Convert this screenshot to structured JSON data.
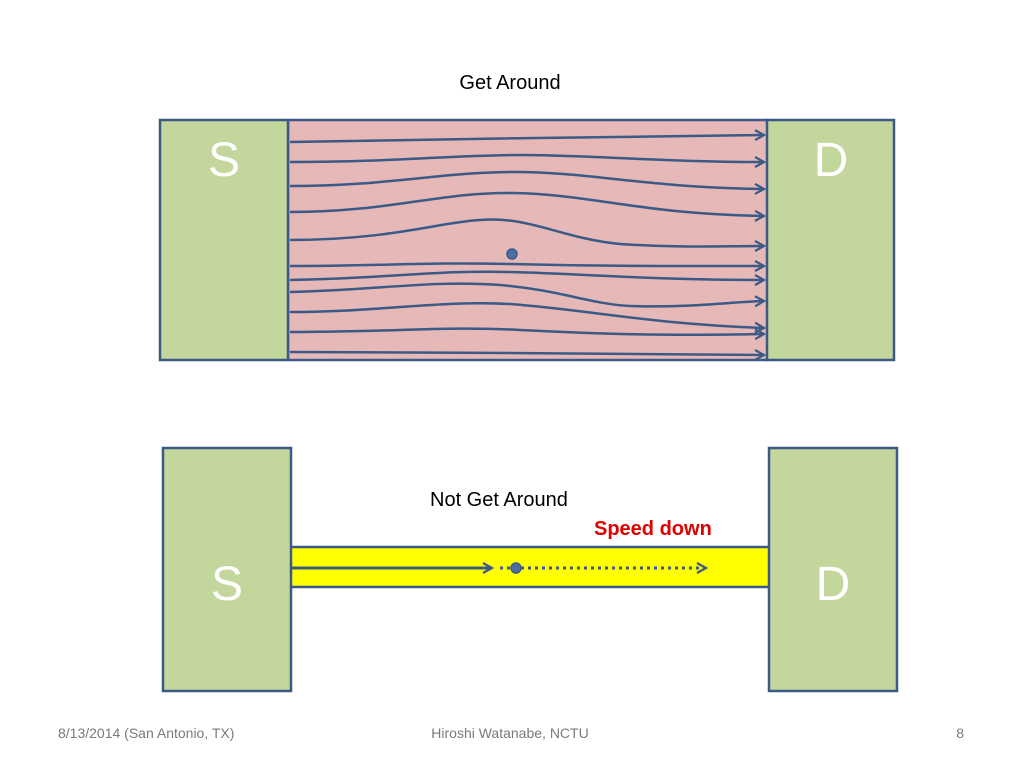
{
  "top_diagram": {
    "title": "Get Around",
    "source_label": "S",
    "drain_label": "D"
  },
  "bottom_diagram": {
    "title": "Not Get Around",
    "annotation": "Speed down",
    "source_label": "S",
    "drain_label": "D"
  },
  "footer": {
    "left": "8/13/2014 (San Antonio, TX)",
    "center": "Hiroshi Watanabe, NCTU",
    "right": "8"
  },
  "colors": {
    "electrode": "#c3d69b",
    "channel_top": "#e6b9b8",
    "channel_bottom": "#ffff00",
    "line": "#3b5a86",
    "annotation": "#e00000"
  }
}
